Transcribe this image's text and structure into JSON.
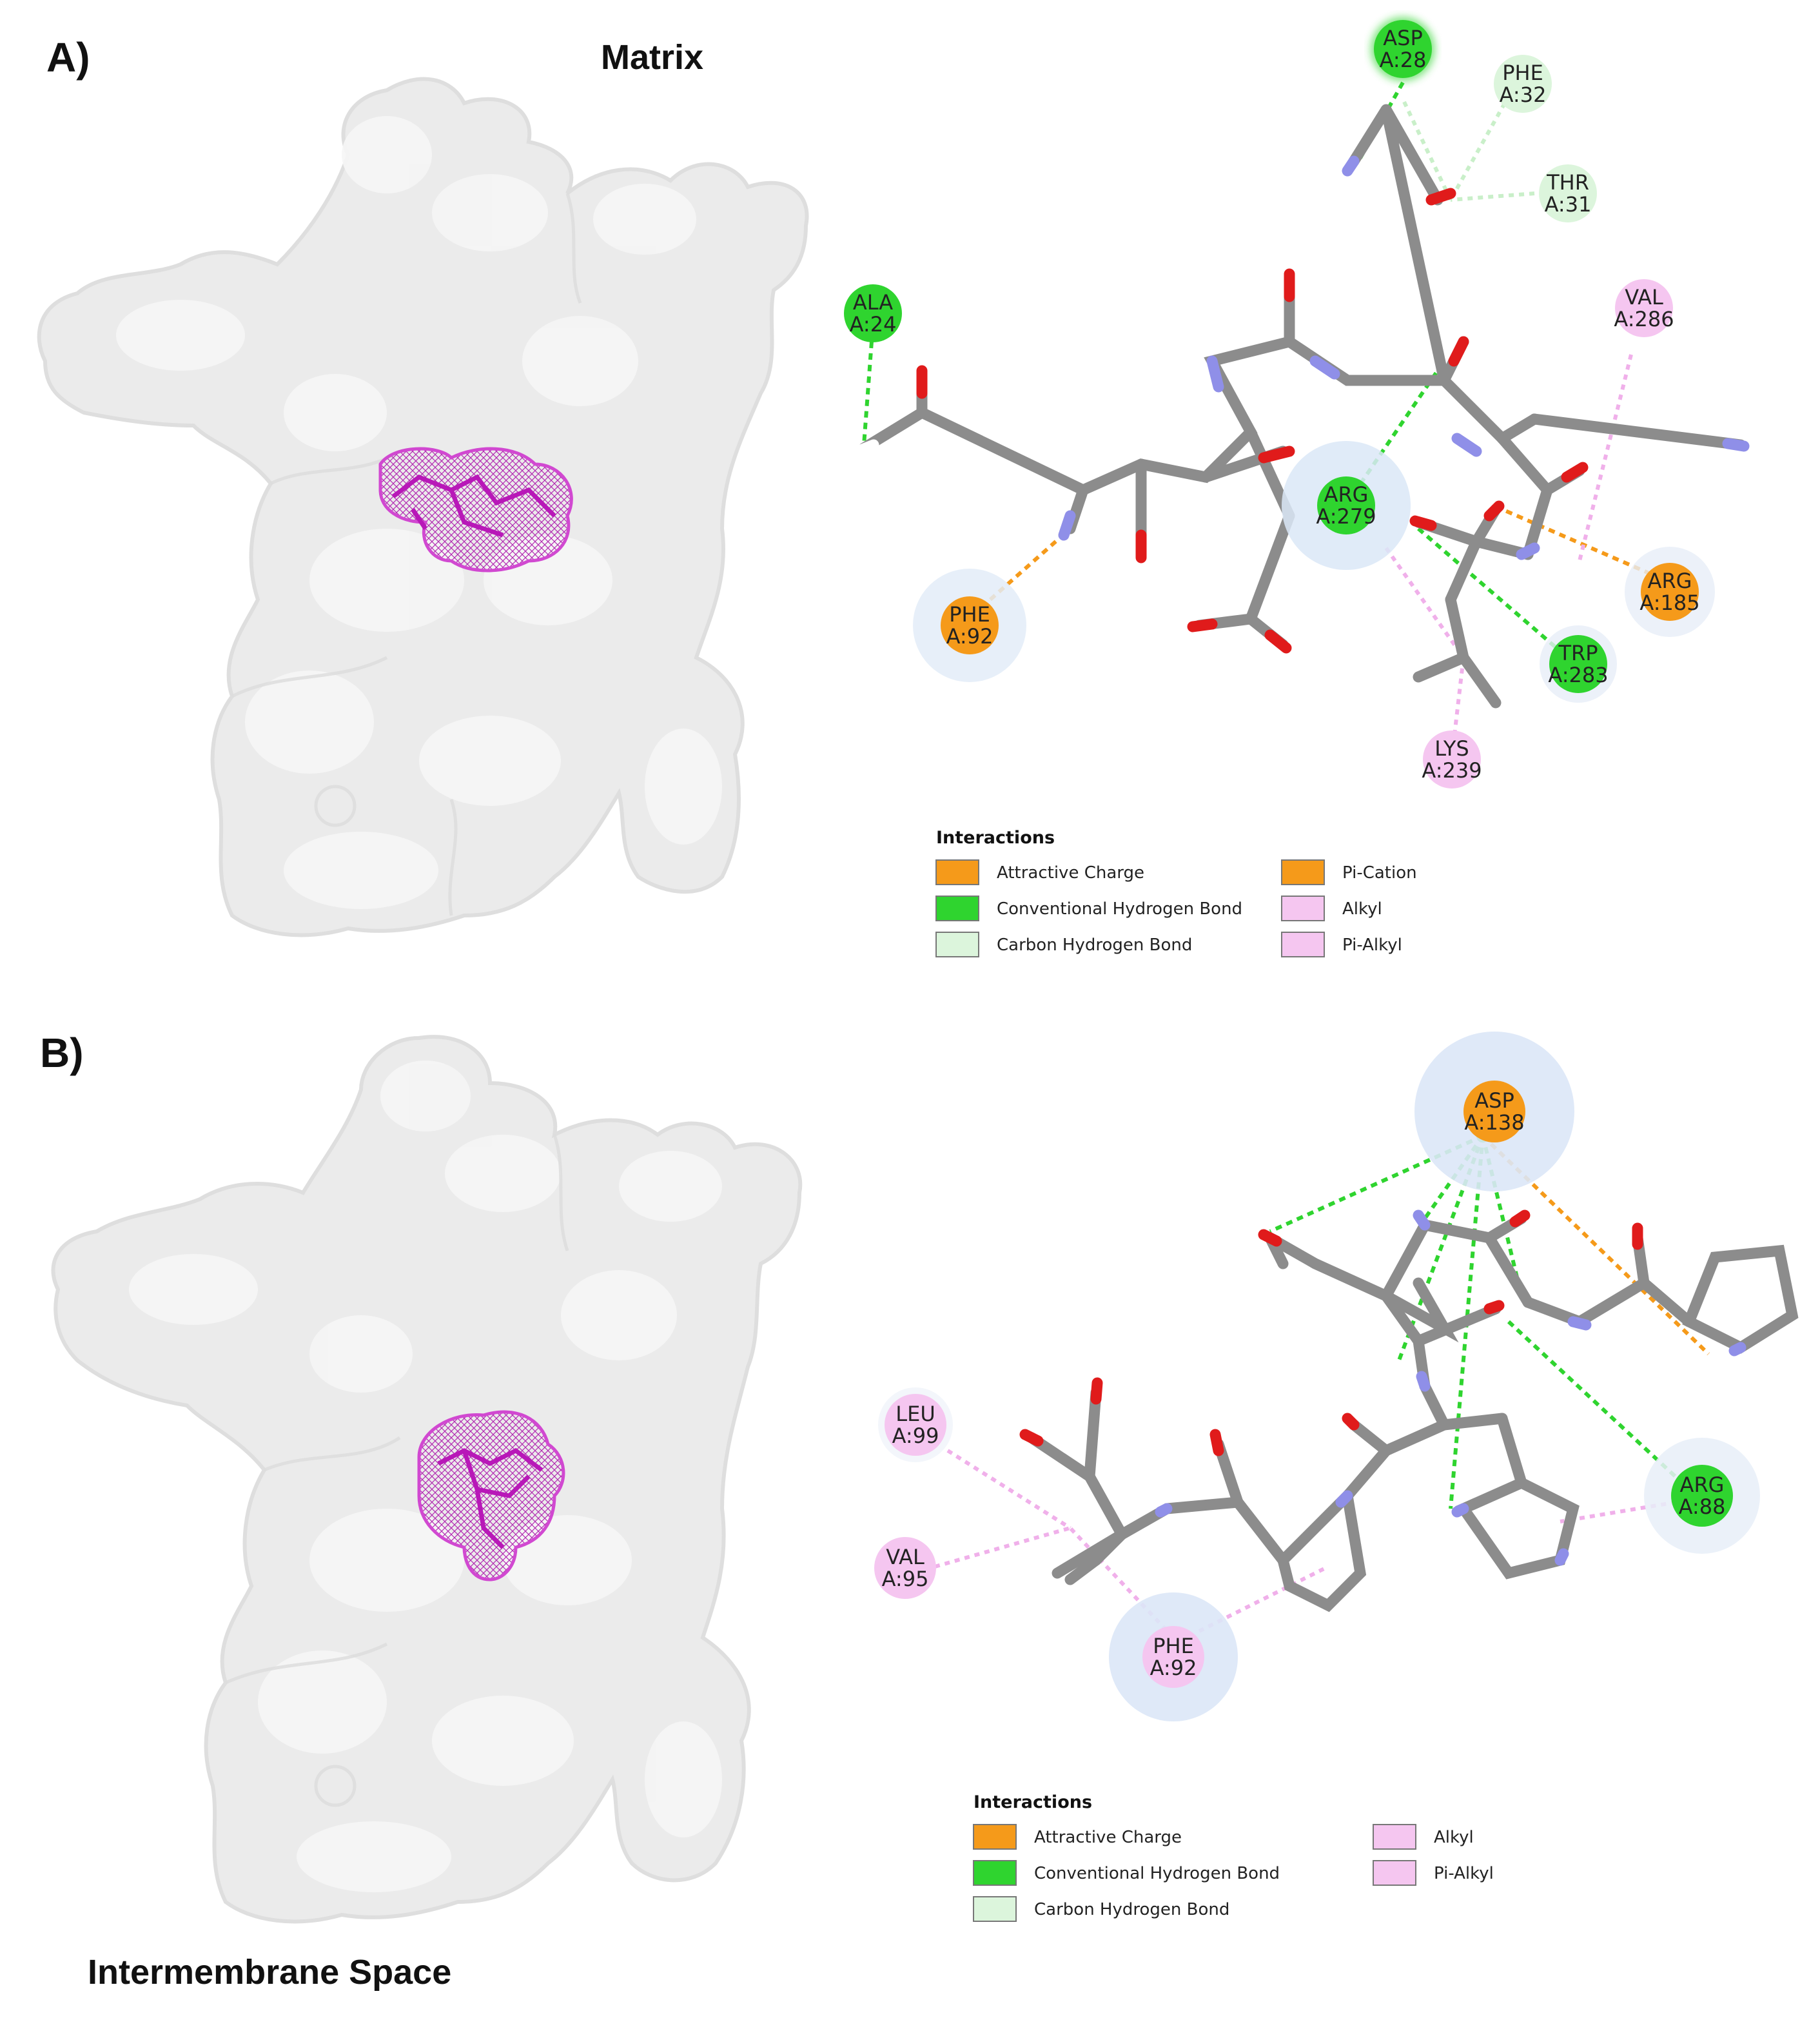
{
  "panels": [
    {
      "label": "A)",
      "region": "Matrix",
      "residues": [
        {
          "name": "ASP",
          "id": "A:28",
          "type": "conventional-hbond"
        },
        {
          "name": "PHE",
          "id": "A:32",
          "type": "carbon-hbond"
        },
        {
          "name": "THR",
          "id": "A:31",
          "type": "carbon-hbond"
        },
        {
          "name": "ALA",
          "id": "A:24",
          "type": "conventional-hbond"
        },
        {
          "name": "VAL",
          "id": "A:286",
          "type": "alkyl"
        },
        {
          "name": "ARG",
          "id": "A:279",
          "type": "conventional-hbond"
        },
        {
          "name": "ARG",
          "id": "A:185",
          "type": "attractive-charge"
        },
        {
          "name": "PHE",
          "id": "A:92",
          "type": "attractive-charge"
        },
        {
          "name": "TRP",
          "id": "A:283",
          "type": "conventional-hbond"
        },
        {
          "name": "LYS",
          "id": "A:239",
          "type": "alkyl"
        }
      ],
      "legend": {
        "title": "Interactions",
        "items": [
          "Attractive Charge",
          "Conventional Hydrogen Bond",
          "Carbon Hydrogen Bond",
          "Pi-Cation",
          "Alkyl",
          "Pi-Alkyl"
        ]
      }
    },
    {
      "label": "B)",
      "region": "Intermembrane Space",
      "residues": [
        {
          "name": "ASP",
          "id": "A:138",
          "type": "attractive-charge"
        },
        {
          "name": "LEU",
          "id": "A:99",
          "type": "alkyl"
        },
        {
          "name": "VAL",
          "id": "A:95",
          "type": "alkyl"
        },
        {
          "name": "PHE",
          "id": "A:92",
          "type": "alkyl"
        },
        {
          "name": "ARG",
          "id": "A:88",
          "type": "conventional-hbond"
        }
      ],
      "legend": {
        "title": "Interactions",
        "items": [
          "Attractive Charge",
          "Conventional Hydrogen Bond",
          "Carbon Hydrogen Bond",
          "Alkyl",
          "Pi-Alkyl"
        ]
      }
    }
  ],
  "colors": {
    "attractive_charge": "#f59a1a",
    "conventional_hbond": "#2fd42f",
    "carbon_hbond": "#dcf5dc",
    "pi_cation": "#f59a1a",
    "alkyl": "#f5c6f0",
    "pi_alkyl": "#f5c6f0",
    "ligand_on_surface": "#cc33cc",
    "surface": "#ececec",
    "bond": "#8c8c8c",
    "oxygen": "#e01b1b",
    "nitrogen": "#8f8fe8"
  }
}
